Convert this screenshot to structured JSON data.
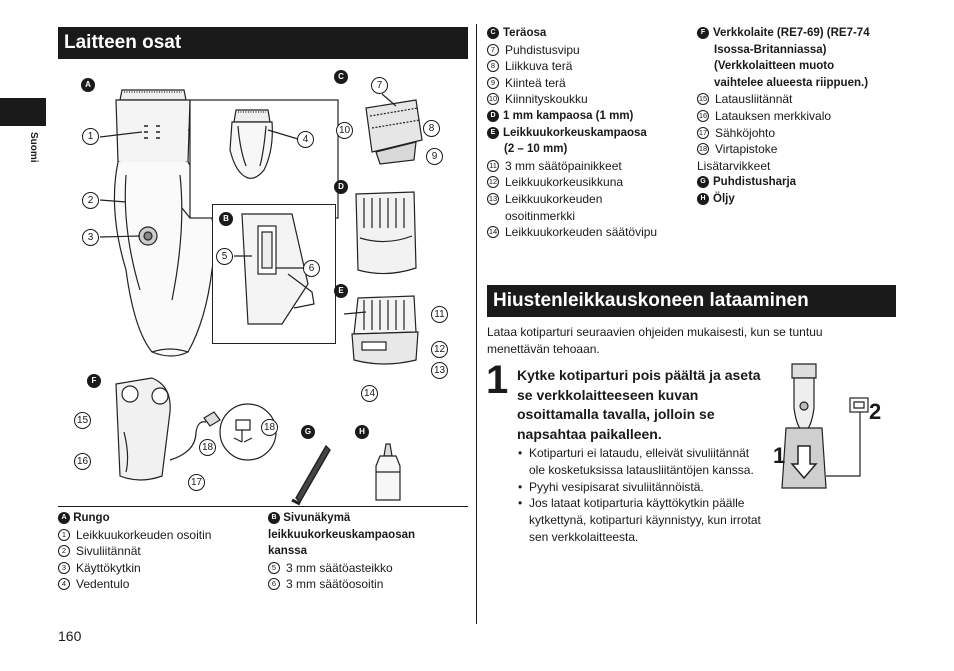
{
  "sidebar": {
    "language": "Suomi"
  },
  "left": {
    "title": "Laitteen osat",
    "fig_badges": {
      "A": "A",
      "B": "B",
      "C": "C",
      "D": "D",
      "E": "E",
      "F": "F",
      "G": "G",
      "H": "H"
    },
    "callouts": [
      "1",
      "2",
      "3",
      "4",
      "5",
      "6",
      "7",
      "8",
      "9",
      "10",
      "11",
      "12",
      "13",
      "14",
      "15",
      "16",
      "17",
      "18",
      "18"
    ],
    "legend_a": {
      "badge": "A",
      "head": "Rungo",
      "items": [
        {
          "n": "1",
          "t": "Leikkuukorkeuden osoitin"
        },
        {
          "n": "2",
          "t": "Sivuliitännät"
        },
        {
          "n": "3",
          "t": "Käyttökytkin"
        },
        {
          "n": "4",
          "t": "Vedentulo"
        }
      ]
    },
    "legend_b": {
      "badge": "B",
      "head_lines": [
        "Sivunäkymä",
        "leikkuukorkeuskampaosan",
        "kanssa"
      ],
      "items": [
        {
          "n": "5",
          "t": "3 mm säätöasteikko"
        },
        {
          "n": "6",
          "t": "3 mm säätöosoitin"
        }
      ]
    }
  },
  "right_top": {
    "col1": [
      {
        "kind": "head",
        "badge": "C",
        "t": "Teräosa"
      },
      {
        "kind": "item",
        "n": "7",
        "t": "Puhdistusvipu"
      },
      {
        "kind": "item",
        "n": "8",
        "t": "Liikkuva terä"
      },
      {
        "kind": "item",
        "n": "9",
        "t": "Kiinteä terä"
      },
      {
        "kind": "item",
        "n": "10",
        "t": "Kiinnityskoukku"
      },
      {
        "kind": "head",
        "badge": "D",
        "t": "1 mm kampaosa (1 mm)"
      },
      {
        "kind": "head",
        "badge": "E",
        "t": "Leikkuukorkeuskampaosa"
      },
      {
        "kind": "headcont",
        "t": "(2 – 10 mm)"
      },
      {
        "kind": "item",
        "n": "11",
        "t": "3 mm säätöpainikkeet"
      },
      {
        "kind": "item",
        "n": "12",
        "t": "Leikkuukorkeusikkuna"
      },
      {
        "kind": "item",
        "n": "13",
        "t": "Leikkuukorkeuden"
      },
      {
        "kind": "cont",
        "t": "osoitinmerkki"
      },
      {
        "kind": "item",
        "n": "14",
        "t": "Leikkuukorkeuden säätövipu"
      }
    ],
    "col2": [
      {
        "kind": "head",
        "badge": "F",
        "t": "Verkkolaite (RE7-69) (RE7-74"
      },
      {
        "kind": "headcont",
        "t": "Isossa-Britanniassa)"
      },
      {
        "kind": "headcont",
        "t": "(Verkkolaitteen muoto"
      },
      {
        "kind": "headcont",
        "t": "vaihtelee alueesta riippuen.)"
      },
      {
        "kind": "item",
        "n": "15",
        "t": "Latausliitännät"
      },
      {
        "kind": "item",
        "n": "16",
        "t": "Latauksen merkkivalo"
      },
      {
        "kind": "item",
        "n": "17",
        "t": "Sähköjohto"
      },
      {
        "kind": "item",
        "n": "18",
        "t": "Virtapistoke"
      },
      {
        "kind": "plain",
        "t": "Lisätarvikkeet"
      },
      {
        "kind": "head",
        "badge": "G",
        "t": "Puhdistusharja"
      },
      {
        "kind": "head",
        "badge": "H",
        "t": "Öljy"
      }
    ]
  },
  "charging": {
    "title": "Hiustenleikkauskoneen lataaminen",
    "intro": "Lataa kotiparturi seuraavien ohjeiden mukaisesti, kun se tuntuu menettävän tehoaan.",
    "step_number": "1",
    "step_text": "Kytke kotiparturi pois päältä ja aseta se verkkolaitteeseen kuvan osoittamalla tavalla, jolloin se napsahtaa paikalleen.",
    "bullets": [
      "Kotiparturi ei lataudu, elleivät sivuliitännät ole kosketuksissa latausliitäntöjen kanssa.",
      "Pyyhi vesipisarat sivuliitännöistä.",
      "Jos lataat kotiparturia käyttökytkin päälle kytkettynä, kotiparturi käynnistyy, kun irrotat sen verkkolaitteesta."
    ],
    "fig_labels": {
      "one": "1",
      "two": "2"
    }
  },
  "page_number": "160"
}
